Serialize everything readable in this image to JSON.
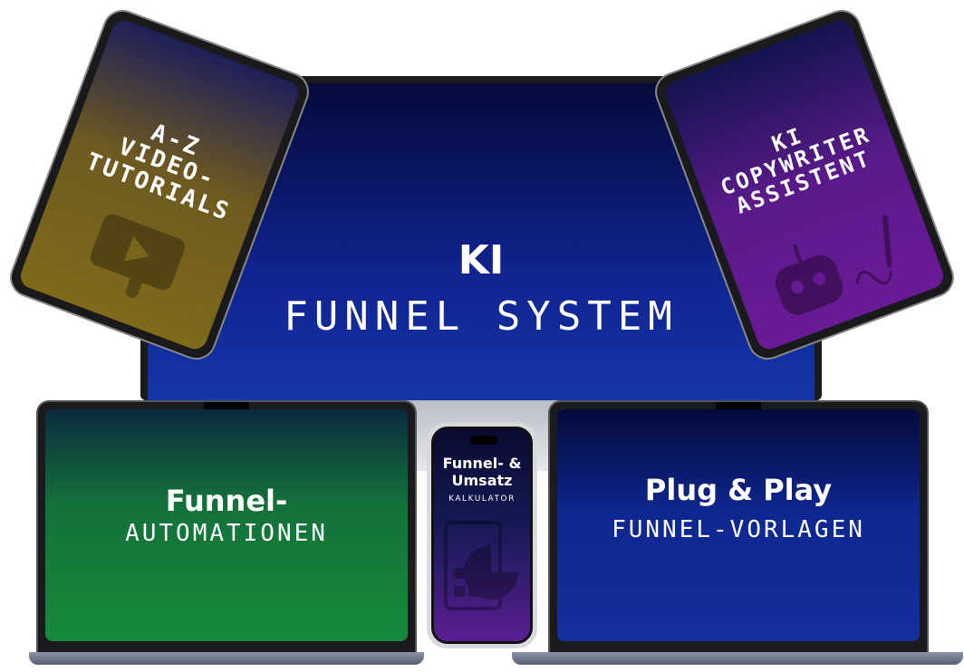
{
  "monitor": {
    "line1": "KI",
    "line2": "FUNNEL SYSTEM"
  },
  "tablet_left": {
    "line1": "A-Z",
    "line2": "VIDEO-",
    "line3": "TUTORIALS",
    "icon": "video-play-icon"
  },
  "tablet_right": {
    "line1": "KI",
    "line2": "COPYWRITER",
    "line3": "ASSISTENT",
    "icon": "robot-icon"
  },
  "laptop_left": {
    "line1": "Funnel-",
    "line2": "AUTOMATIONEN"
  },
  "laptop_right": {
    "line1": "Plug & Play",
    "line2": "FUNNEL-VORLAGEN"
  },
  "phone": {
    "line1": "Funnel- &",
    "line2": "Umsatz",
    "line3": "KALKULATOR",
    "icon": "calculator-icon"
  },
  "colors": {
    "monitor": "#10238f",
    "left_tablet": "#7e6a1a",
    "right_tablet": "#6a1a96",
    "left_laptop": "#168a3a",
    "right_laptop": "#14309c"
  }
}
